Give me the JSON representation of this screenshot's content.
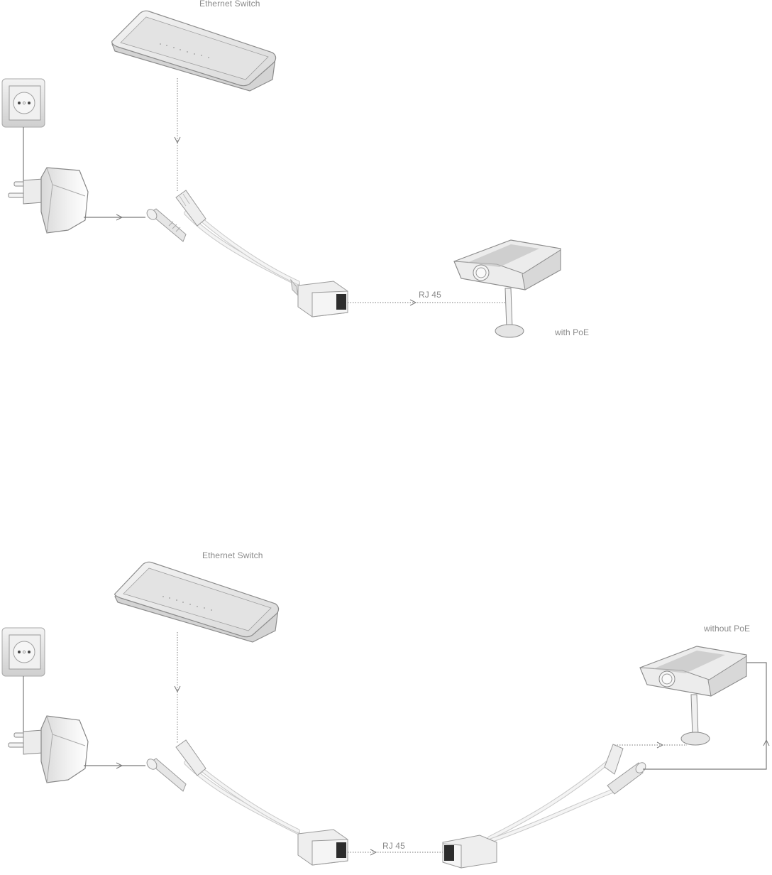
{
  "diagrams": [
    {
      "title": "with PoE",
      "labels": {
        "switch": "Ethernet Switch",
        "cable": "RJ 45",
        "mode": "with PoE"
      },
      "components": [
        "power-outlet",
        "power-adapter",
        "ethernet-switch",
        "poe-injector-cable",
        "ip-camera"
      ]
    },
    {
      "title": "without PoE",
      "labels": {
        "switch": "Ethernet Switch",
        "cable": "RJ 45",
        "mode": "without PoE"
      },
      "components": [
        "power-outlet",
        "power-adapter",
        "ethernet-switch",
        "poe-injector-cable",
        "poe-splitter-cable",
        "ip-camera"
      ]
    }
  ],
  "colors": {
    "line": "#7a7a7a",
    "device_fill": "#e6e6e6",
    "device_stroke": "#8c8c8c",
    "label": "#8a8a8a"
  }
}
